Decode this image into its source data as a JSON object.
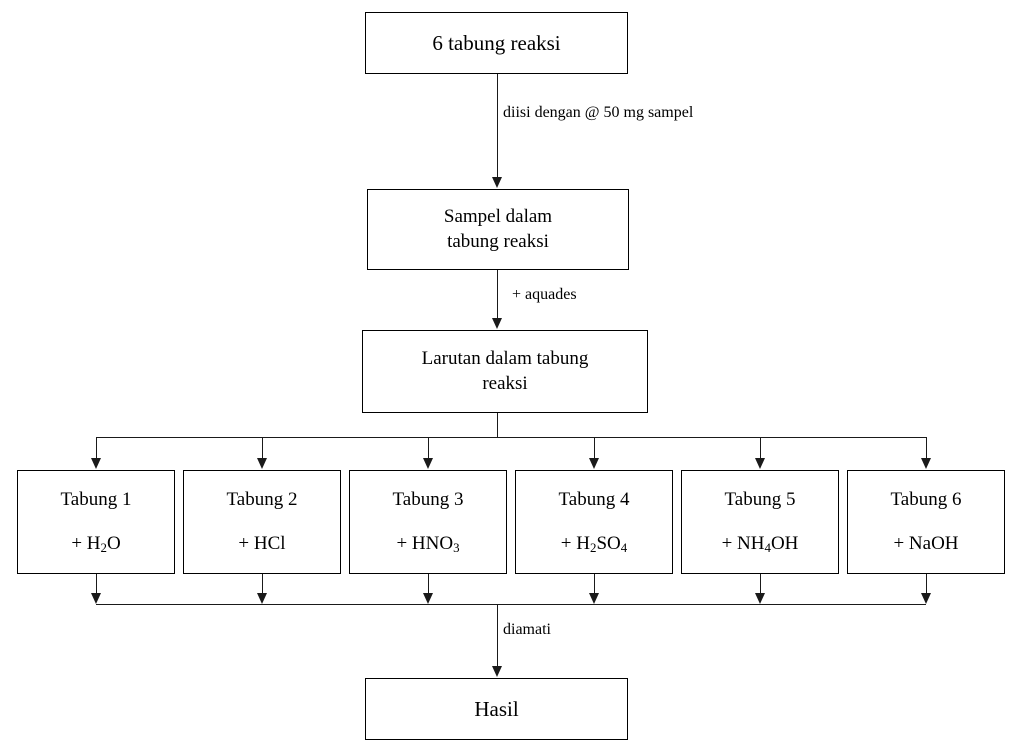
{
  "diagram": {
    "title_language": "id",
    "line_color": "#1a1a1a",
    "box_border_color": "#000000",
    "background_color": "#ffffff",
    "nodes": {
      "tubes": {
        "line1": "6 tabung reaksi"
      },
      "sample": {
        "line1": "Sampel dalam",
        "line2": "tabung reaksi"
      },
      "solution": {
        "line1": "Larutan dalam tabung",
        "line2": "reaksi"
      },
      "result": {
        "line1": "Hasil"
      }
    },
    "tubes": [
      {
        "label": "Tabung 1",
        "reagent_prefix": "+ H",
        "reagent_sub": "2",
        "reagent_suffix": "O"
      },
      {
        "label": "Tabung 2",
        "reagent_prefix": "+ HCl",
        "reagent_sub": "",
        "reagent_suffix": ""
      },
      {
        "label": "Tabung 3",
        "reagent_prefix": "+ HNO",
        "reagent_sub": "3",
        "reagent_suffix": ""
      },
      {
        "label": "Tabung 4",
        "reagent_prefix": "+ H",
        "reagent_sub": "2",
        "reagent_suffix": "SO",
        "reagent_sub2": "4"
      },
      {
        "label": "Tabung 5",
        "reagent_prefix": "+ NH",
        "reagent_sub": "4",
        "reagent_suffix": "OH"
      },
      {
        "label": "Tabung 6",
        "reagent_prefix": "+ NaOH",
        "reagent_sub": "",
        "reagent_suffix": ""
      }
    ],
    "edge_labels": {
      "fill": "diisi dengan @ 50 mg sampel",
      "water": "+ aquades",
      "observe": "diamati"
    }
  }
}
